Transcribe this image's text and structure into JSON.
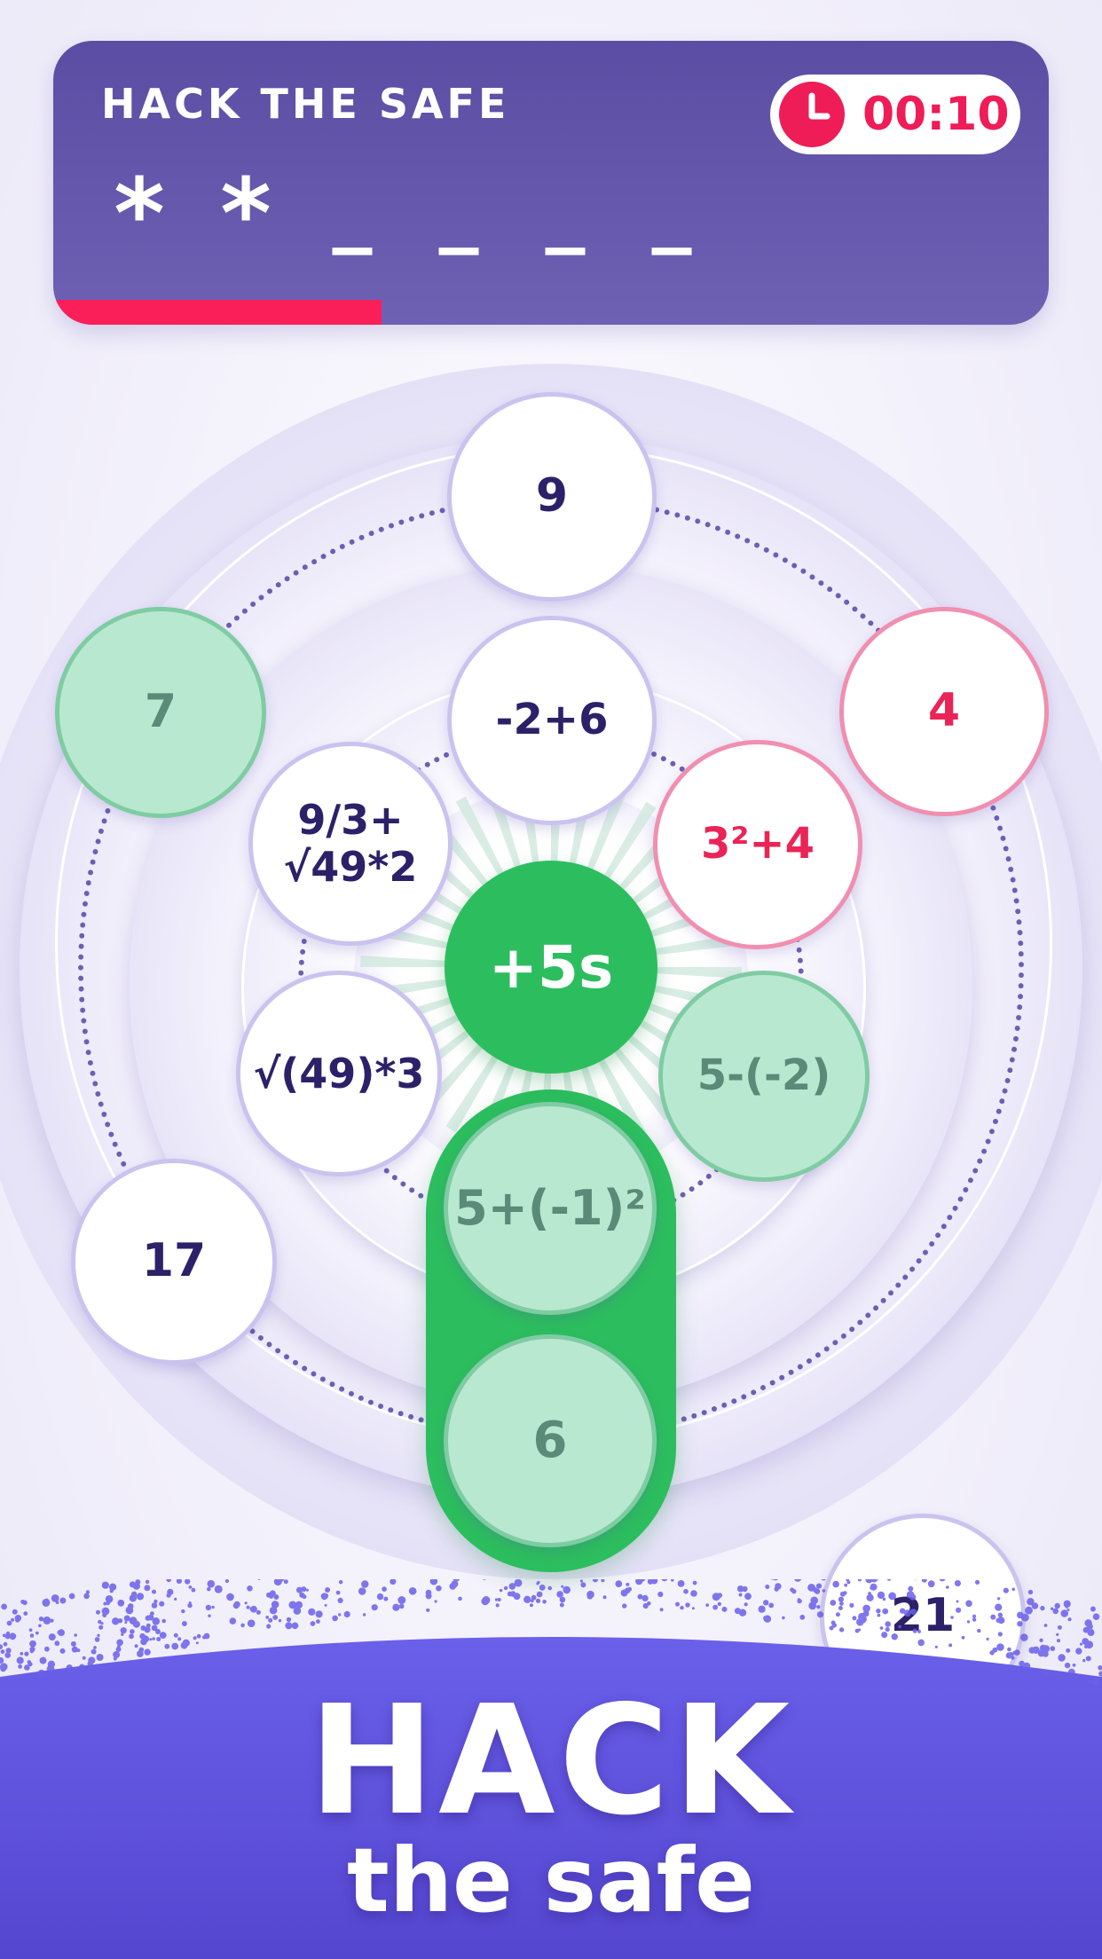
{
  "header": {
    "title": "HACK THE SAFE",
    "code": [
      "*",
      "*",
      "_",
      "_",
      "_",
      "_"
    ],
    "timer": "00:10",
    "progress": 0.33
  },
  "dial": {
    "bonus_label": "+5s",
    "outer_nodes": [
      {
        "label": "9",
        "state": "default"
      },
      {
        "label": "4",
        "state": "wrong"
      },
      {
        "label": "21",
        "state": "default"
      },
      {
        "label": "6",
        "state": "selected"
      },
      {
        "label": "17",
        "state": "default"
      },
      {
        "label": "7",
        "state": "selected"
      }
    ],
    "inner_nodes": [
      {
        "label": "-2+6",
        "state": "default"
      },
      {
        "label": "3²+4",
        "state": "wrong"
      },
      {
        "label": "5-(-2)",
        "state": "selected"
      },
      {
        "label": "5+(-1)²",
        "state": "selected"
      },
      {
        "label": "√(49)*3",
        "state": "default"
      },
      {
        "label": "9/3+\n√49*2",
        "state": "default"
      }
    ]
  },
  "banner": {
    "title": "HACK",
    "subtitle": "the safe"
  },
  "colors": {
    "accent_red": "#fa1f58",
    "header_purple": "#5b4da3",
    "correct_green": "#2cbe5e",
    "selected_mint": "#b9e8d1",
    "banner_purple": "#5a4bd6"
  },
  "icons": {
    "timer": "clock-icon"
  }
}
